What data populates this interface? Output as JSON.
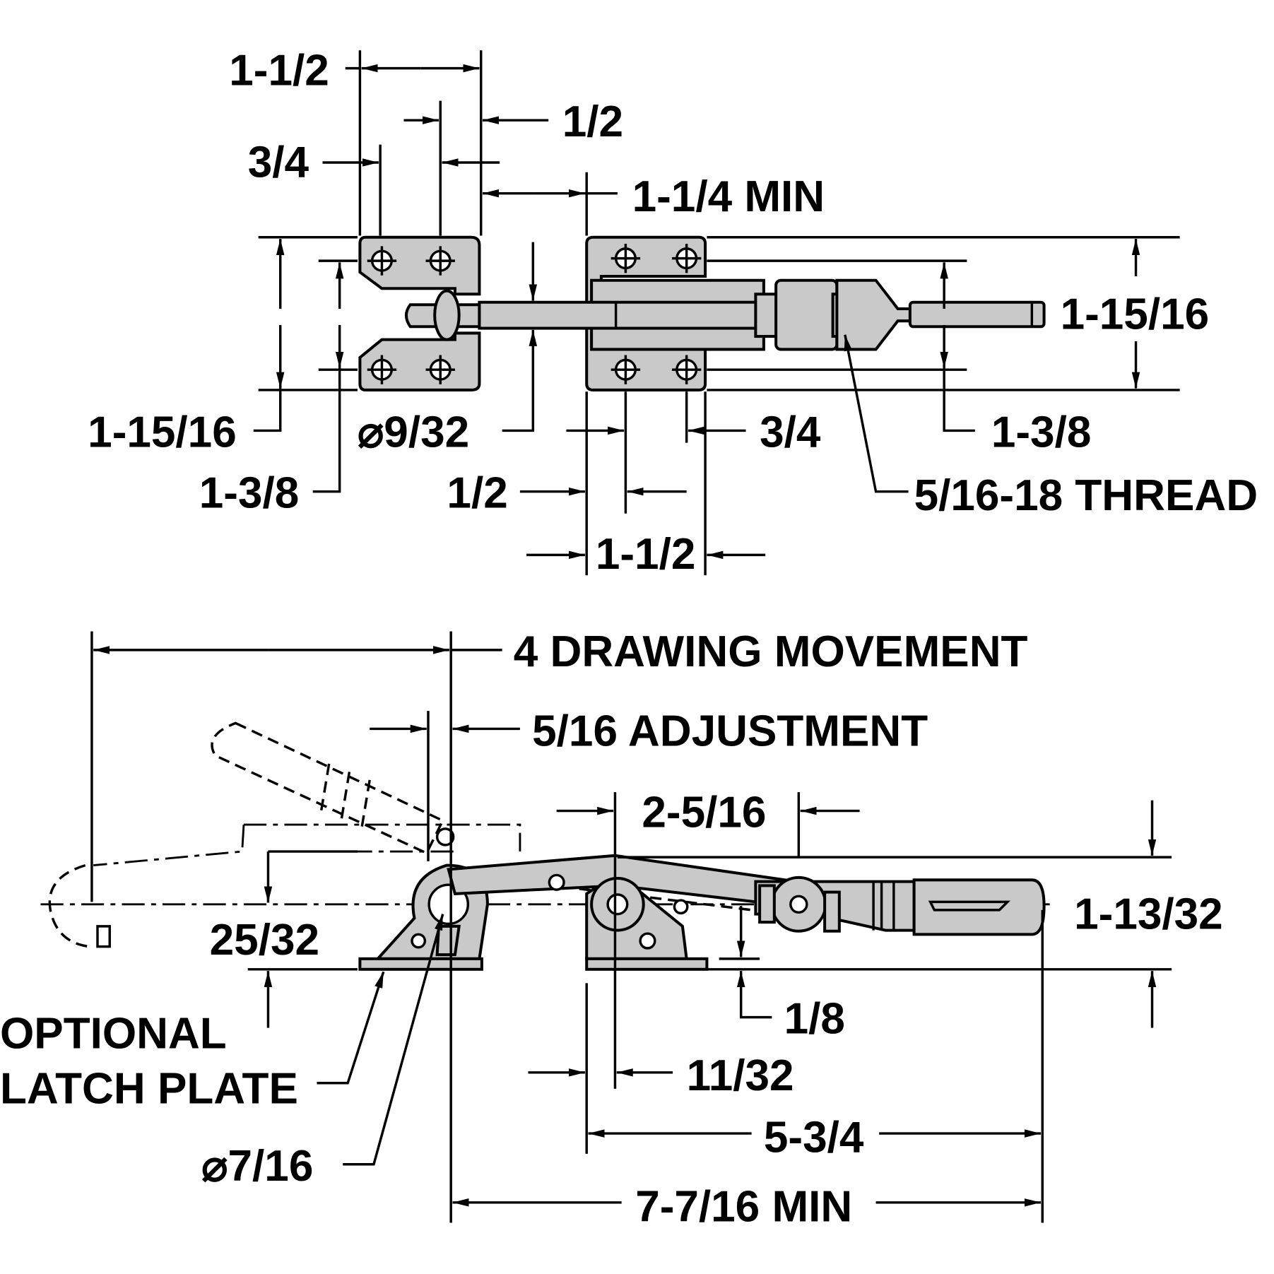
{
  "top_view": {
    "dim_overall_width_left": "1-1/2",
    "dim_right_offset": "1/2",
    "dim_hole_spacing_left": "3/4",
    "dim_gap_min": "1-1/4 MIN",
    "dim_height_right": "1-15/16",
    "dim_height_left": "1-15/16",
    "dim_hole_diameter": "⌀9/32",
    "dim_hole_spacing_right": "1-3/8",
    "dim_hole_spacing_bottom": "3/4",
    "dim_hole_spacing_left_vertical": "1-3/8",
    "dim_edge_offset": "1/2",
    "thread_callout": "5/16-18 THREAD",
    "dim_overall_width_right": "1-1/2"
  },
  "side_view": {
    "drawing_movement": "4 DRAWING MOVEMENT",
    "adjustment": "5/16 ADJUSTMENT",
    "dim_pivot_spacing": "2-5/16",
    "dim_height": "1-13/32",
    "dim_latch_height": "25/32",
    "dim_base_thickness": "1/8",
    "latch_plate_label_line1": "OPTIONAL",
    "latch_plate_label_line2": "LATCH PLATE",
    "dim_pivot_offset": "11/32",
    "dim_base_length": "5-3/4",
    "dim_pin_diameter": "⌀7/16",
    "dim_overall_min": "7-7/16 MIN"
  }
}
